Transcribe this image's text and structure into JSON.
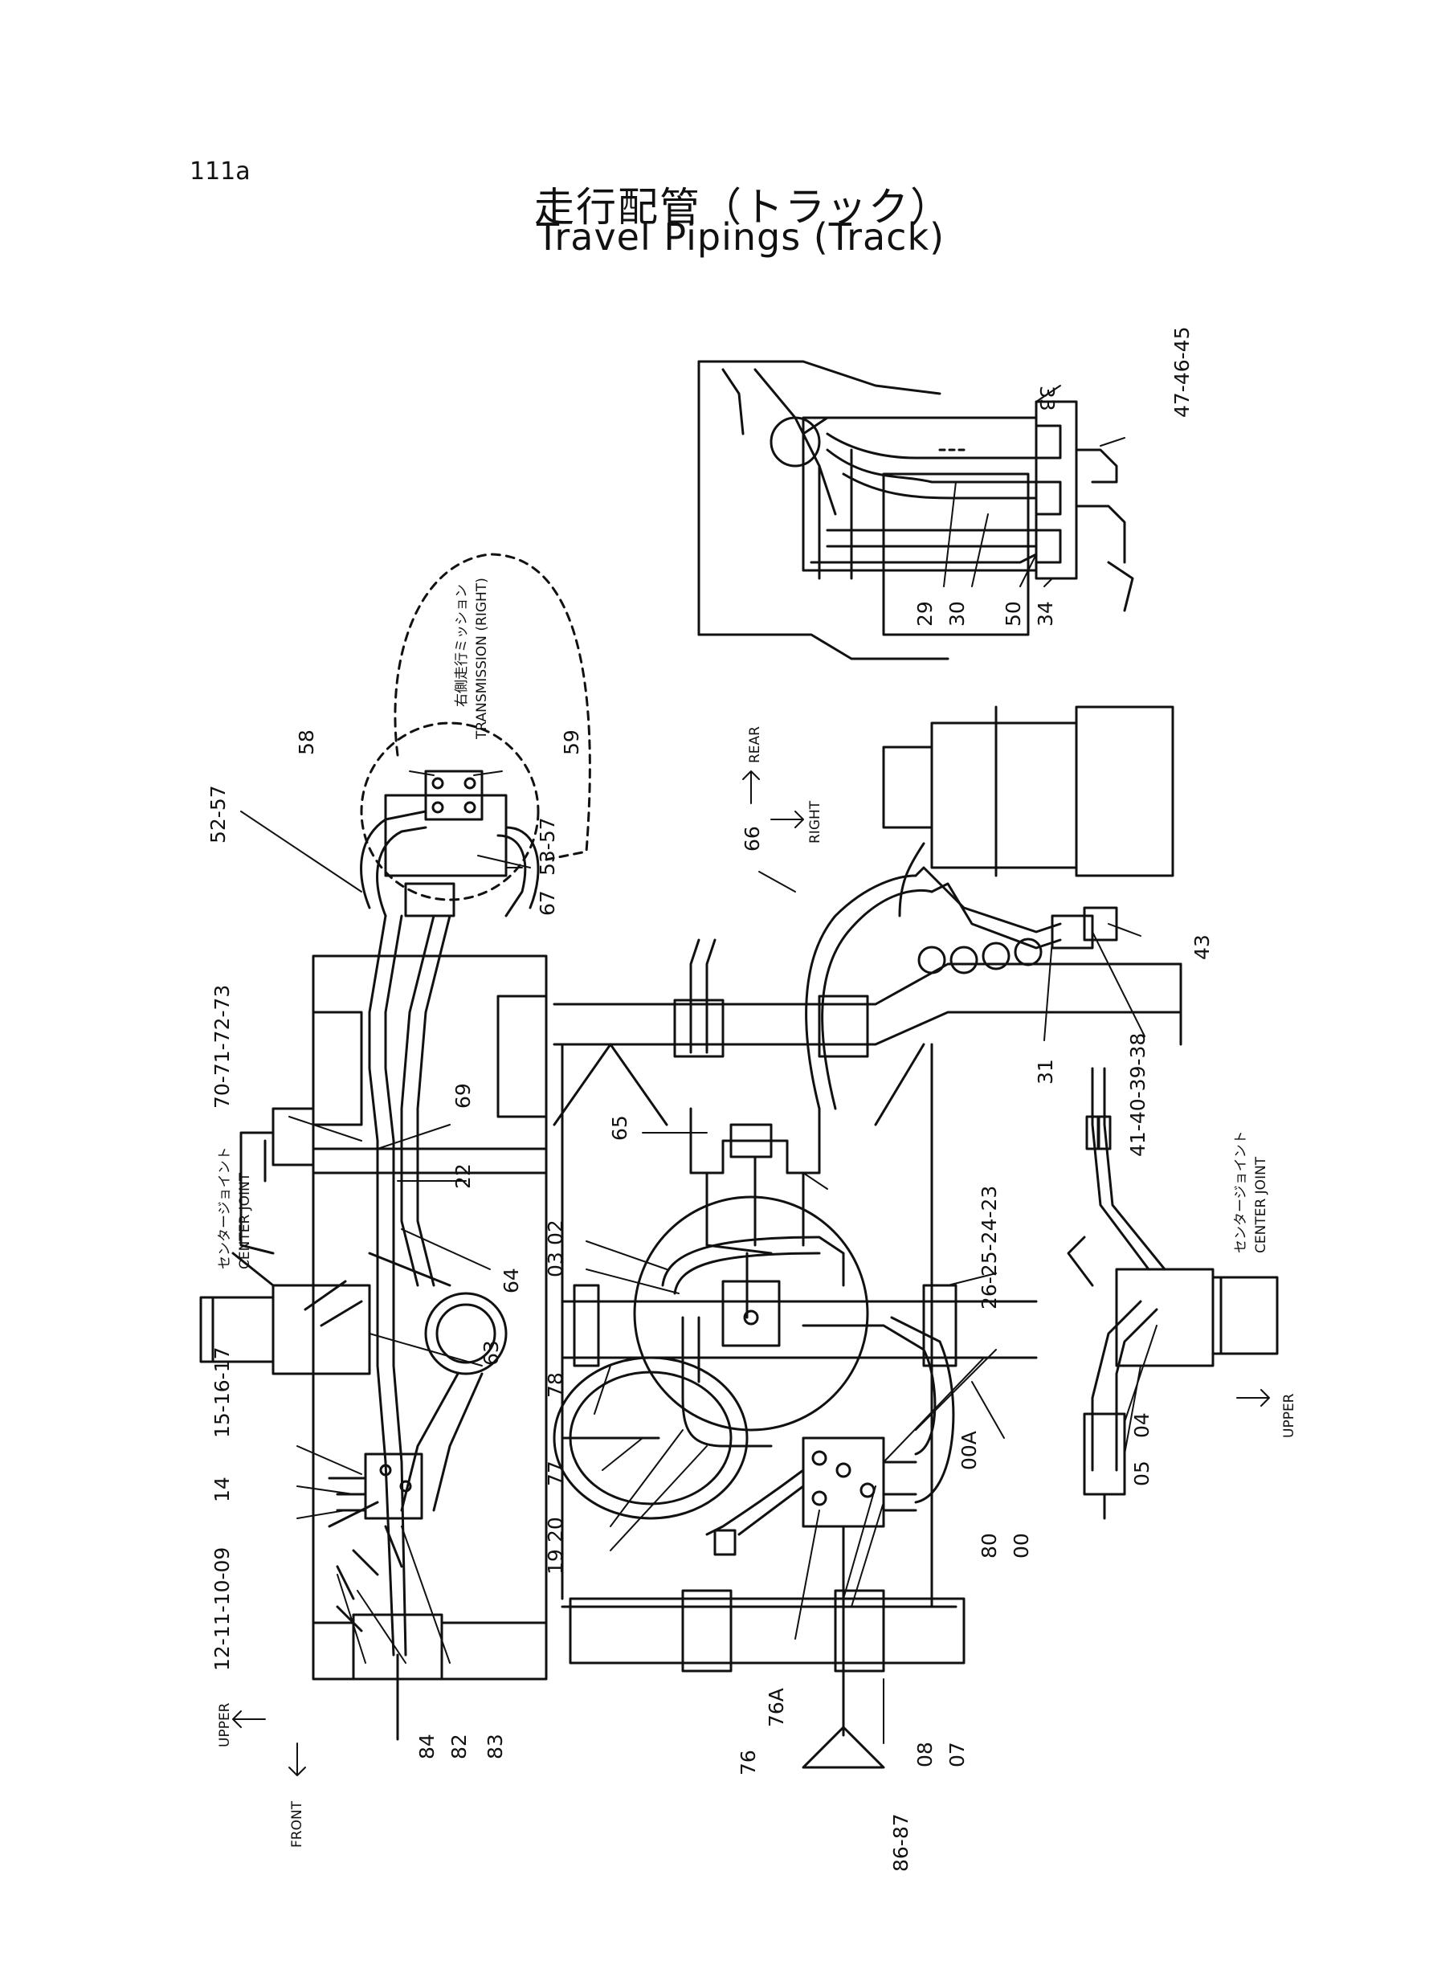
{
  "page_number": "111a",
  "title_jp": "走行配管（トラック）",
  "title_en": "Travel Pipings (Track)",
  "labels": {
    "c33": "33",
    "c47_46_45": "47-46-45",
    "c29": "29",
    "c30": "30",
    "c50": "50",
    "c34": "34",
    "c52_57": "52-57",
    "c58": "58",
    "c59": "59",
    "c53_57": "53-57",
    "c67": "67",
    "c70_71_72_73": "70-71-72-73",
    "c69": "69",
    "c22": "22",
    "c64": "64",
    "c65": "65",
    "c63": "63",
    "c15_16_17": "15-16-17",
    "c14": "14",
    "c12_11_10_09": "12-11-10-09",
    "c84": "84",
    "c82": "82",
    "c83": "83",
    "c77": "77",
    "c78": "78",
    "c20": "20",
    "c19": "19",
    "c02": "02",
    "c03": "03",
    "c26_25_24_23": "26-25-24-23",
    "c80": "80",
    "c00": "00",
    "c00a": "00A",
    "c76": "76",
    "c76a": "76A",
    "c08": "08",
    "c07": "07",
    "c86_87": "86-87",
    "c66": "66",
    "c43": "43",
    "c31": "31",
    "c41_40_39_38": "41-40-39-38",
    "c04": "04",
    "c05": "05"
  },
  "annotations": {
    "transmission_jp": "右側走行ミッション",
    "transmission_en": "TRANSMISSION (RIGHT)",
    "center_joint_jp": "センタージョイント",
    "center_joint_en": "CENTER JOINT",
    "rear": "REAR",
    "right": "RIGHT",
    "upper": "UPPER",
    "front": "FRONT"
  }
}
